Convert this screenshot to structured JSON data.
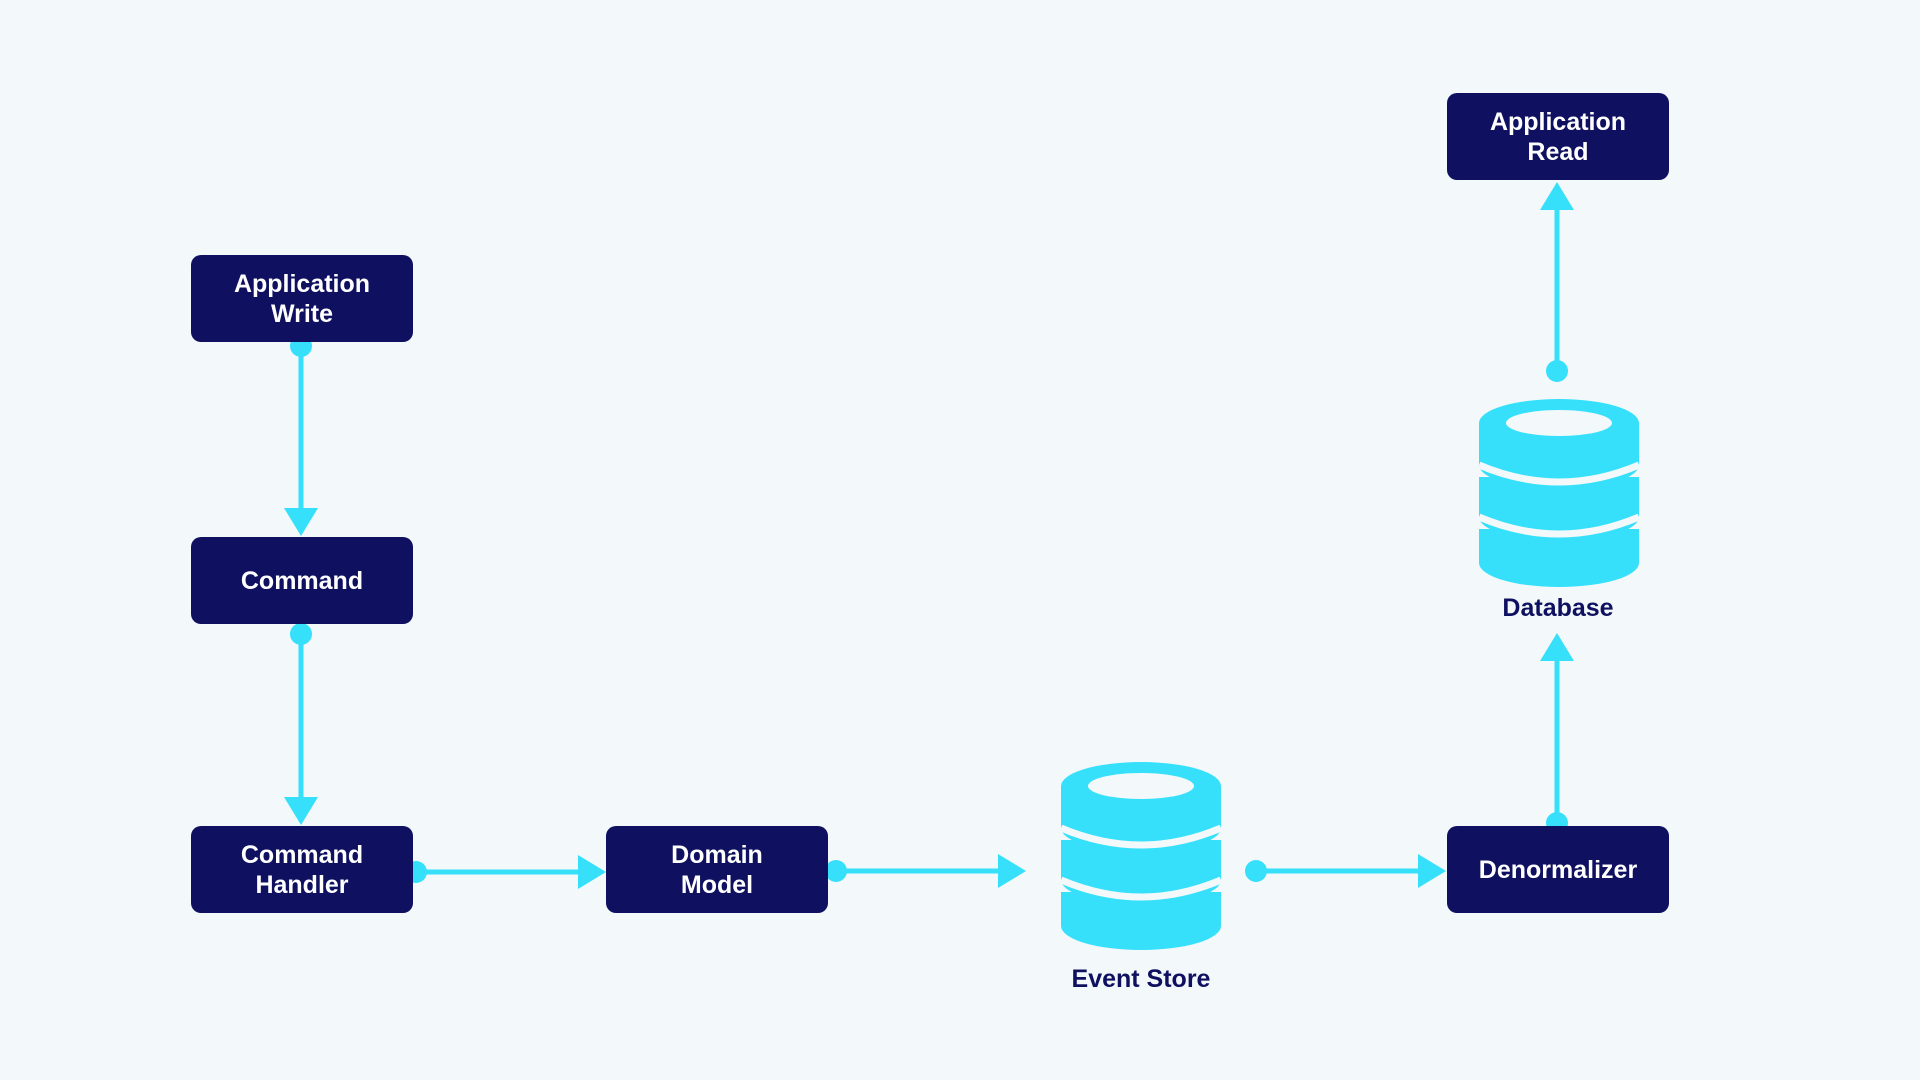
{
  "colors": {
    "background": "#f3f9fb",
    "node_fill": "#0f1160",
    "node_text": "#ffffff",
    "accent": "#36e0fb",
    "label_text": "#0f1160"
  },
  "nodes": {
    "app_write": {
      "label": "Application\nWrite"
    },
    "command": {
      "label": "Command"
    },
    "command_handler": {
      "label": "Command\nHandler"
    },
    "domain_model": {
      "label": "Domain\nModel"
    },
    "denormalizer": {
      "label": "Denormalizer"
    },
    "app_read": {
      "label": "Application\nRead"
    }
  },
  "stores": {
    "event_store": {
      "label": "Event Store",
      "icon": "database-icon"
    },
    "database": {
      "label": "Database",
      "icon": "database-icon"
    }
  },
  "edges": [
    {
      "from": "Application Write",
      "to": "Command"
    },
    {
      "from": "Command",
      "to": "Command Handler"
    },
    {
      "from": "Command Handler",
      "to": "Domain Model"
    },
    {
      "from": "Domain Model",
      "to": "Event Store"
    },
    {
      "from": "Event Store",
      "to": "Denormalizer"
    },
    {
      "from": "Denormalizer",
      "to": "Database"
    },
    {
      "from": "Database",
      "to": "Application Read"
    }
  ]
}
